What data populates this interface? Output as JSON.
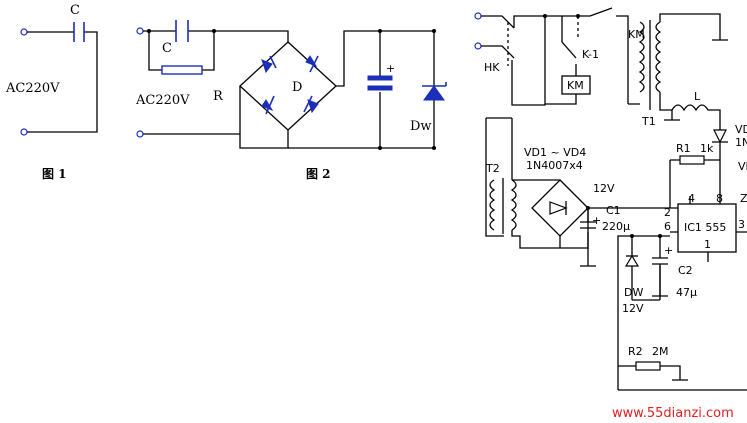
{
  "fig1": {
    "cap_label": "C",
    "source_label": "AC220V",
    "caption": "图 1"
  },
  "fig2": {
    "cap_label": "C",
    "resistor_label": "R",
    "bridge_label": "D",
    "zener_label": "Dw",
    "source_label": "AC220V",
    "caption": "图 2",
    "cap_polarity": "+"
  },
  "fig3": {
    "hk": "HK",
    "km": "KM",
    "k1": "K-1",
    "relay": "KM",
    "t1": "T1",
    "l": "L",
    "vd_right": "VD",
    "vd_right_sub": "1N",
    "t2": "T2",
    "vd_range": "VD1 ~ VD4",
    "vd_part": "1N4007x4",
    "v12": "12V",
    "c1": "C1",
    "c1_val": "220μ",
    "r1": "R1",
    "r1_val": "1k",
    "pin2": "2",
    "pin4": "4",
    "pin8": "8",
    "pin6": "6",
    "pin1": "1",
    "pin3": "3",
    "ic": "IC1  555",
    "c2": "C2",
    "c2_val": "47μ",
    "dw": "DW",
    "dw_val": "12V",
    "r2": "R2",
    "r2_val": "2M",
    "vi_edge": "VI",
    "z_edge": "Z",
    "plus": "+"
  },
  "watermark": "www.55dianzi.com"
}
